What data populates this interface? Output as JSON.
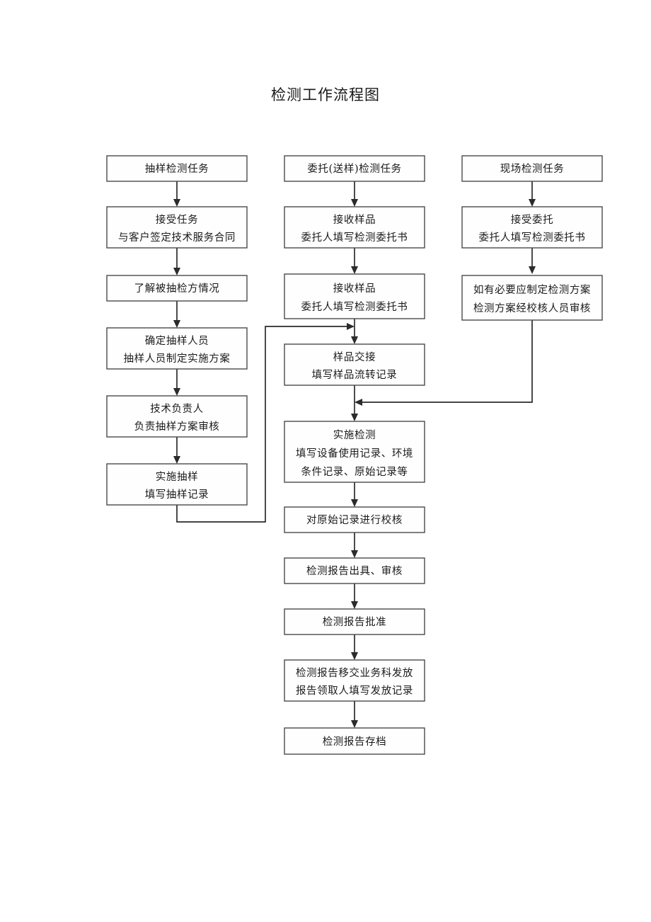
{
  "title": "检测工作流程图",
  "diagram": {
    "type": "flowchart",
    "columns": [
      {
        "name": "sampling-inspection",
        "heading": "抽样检测任务",
        "nodes": [
          {
            "id": "c1n1",
            "lines": [
              "抽样检测任务"
            ]
          },
          {
            "id": "c1n2",
            "lines": [
              "接受任务",
              "与客户签定技术服务合同"
            ]
          },
          {
            "id": "c1n3",
            "lines": [
              "了解被抽检方情况"
            ]
          },
          {
            "id": "c1n4",
            "lines": [
              "确定抽样人员",
              "抽样人员制定实施方案"
            ]
          },
          {
            "id": "c1n5",
            "lines": [
              "技术负责人",
              "负责抽样方案审核"
            ]
          },
          {
            "id": "c1n6",
            "lines": [
              "实施抽样",
              "填写抽样记录"
            ]
          }
        ]
      },
      {
        "name": "entrusted-inspection",
        "heading": "委托(送样)检测任务",
        "nodes": [
          {
            "id": "c2n1",
            "lines": [
              "委托(送样)检测任务"
            ]
          },
          {
            "id": "c2n2",
            "lines": [
              "接收样品",
              "委托人填写检测委托书"
            ]
          },
          {
            "id": "c2n3",
            "lines": [
              "接收样品",
              "委托人填写检测委托书"
            ]
          },
          {
            "id": "c2n4",
            "lines": [
              "样品交接",
              "填写样品流转记录"
            ]
          },
          {
            "id": "c2n5",
            "lines": [
              "实施检测",
              "填写设备使用记录、环境",
              "条件记录、原始记录等"
            ]
          },
          {
            "id": "c2n6",
            "lines": [
              "对原始记录进行校核"
            ]
          },
          {
            "id": "c2n7",
            "lines": [
              "检测报告出具、审核"
            ]
          },
          {
            "id": "c2n8",
            "lines": [
              "检测报告批准"
            ]
          },
          {
            "id": "c2n9",
            "lines": [
              "检测报告移交业务科发放",
              "报告领取人填写发放记录"
            ]
          },
          {
            "id": "c2n10",
            "lines": [
              "检测报告存档"
            ]
          }
        ]
      },
      {
        "name": "onsite-inspection",
        "heading": "现场检测任务",
        "nodes": [
          {
            "id": "c3n1",
            "lines": [
              "现场检测任务"
            ]
          },
          {
            "id": "c3n2",
            "lines": [
              "接受委托",
              "委托人填写检测委托书"
            ]
          },
          {
            "id": "c3n3",
            "lines": [
              "如有必要应制定检测方案",
              "检测方案经校核人员审核"
            ]
          }
        ]
      }
    ],
    "edges": [
      {
        "from": "c1n1",
        "to": "c1n2",
        "kind": "down"
      },
      {
        "from": "c1n2",
        "to": "c1n3",
        "kind": "down"
      },
      {
        "from": "c1n3",
        "to": "c1n4",
        "kind": "down"
      },
      {
        "from": "c1n4",
        "to": "c1n5",
        "kind": "down"
      },
      {
        "from": "c1n5",
        "to": "c1n6",
        "kind": "down"
      },
      {
        "from": "c1n6",
        "to": "c2n4",
        "kind": "elbow-right-up"
      },
      {
        "from": "c2n1",
        "to": "c2n2",
        "kind": "down"
      },
      {
        "from": "c2n2",
        "to": "c2n3",
        "kind": "down"
      },
      {
        "from": "c2n3",
        "to": "c2n4",
        "kind": "down"
      },
      {
        "from": "c2n4",
        "to": "c2n5",
        "kind": "down"
      },
      {
        "from": "c2n5",
        "to": "c2n6",
        "kind": "down"
      },
      {
        "from": "c2n6",
        "to": "c2n7",
        "kind": "down"
      },
      {
        "from": "c2n7",
        "to": "c2n8",
        "kind": "down"
      },
      {
        "from": "c2n8",
        "to": "c2n9",
        "kind": "down"
      },
      {
        "from": "c2n9",
        "to": "c2n10",
        "kind": "down"
      },
      {
        "from": "c3n1",
        "to": "c3n2",
        "kind": "down"
      },
      {
        "from": "c3n2",
        "to": "c3n3",
        "kind": "down"
      },
      {
        "from": "c3n3",
        "to": "c2n5",
        "kind": "elbow-down-left"
      }
    ]
  },
  "colors": {
    "box_stroke": "#4a4a4a",
    "box_fill": "#fefefe",
    "connector": "#2b2b2b",
    "text": "#1a1a1a"
  }
}
